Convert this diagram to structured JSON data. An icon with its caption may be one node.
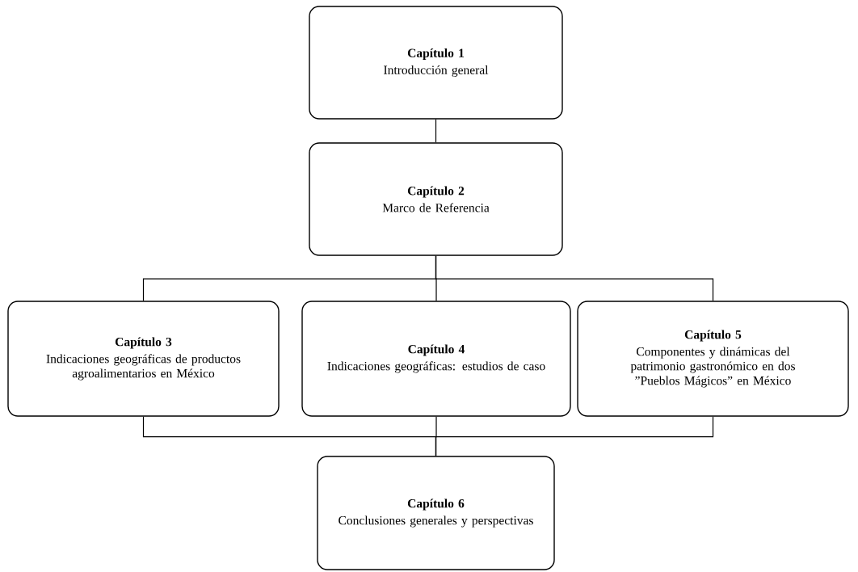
{
  "diagram": {
    "nodes": [
      {
        "text": [
          "Capítulo 1",
          "Introducción general"
        ]
      },
      {
        "text": [
          "Capítulo 2",
          "Marco de Referencia"
        ]
      },
      {
        "text": [
          "Capítulo 3",
          "Indicaciones geográficas de productos agroalimentarios en México"
        ]
      },
      {
        "text": [
          "Capítulo 4",
          "Indicaciones geográficas: estudios de caso"
        ]
      },
      {
        "text": [
          "Capítulo 5",
          "Componentes y dinámicas del patrimonio gastronómico en dos ”Pueblos Mágicos” en México"
        ]
      },
      {
        "text": [
          "Capítulo 6",
          "Conclusiones generales y perspectivas"
        ]
      }
    ],
    "edges": [
      {
        "from": 0,
        "to": 1,
        "arrow": "none"
      },
      {
        "from": 1,
        "to": 2,
        "arrow": "none"
      },
      {
        "from": 1,
        "to": 3,
        "arrow": "none"
      },
      {
        "from": 1,
        "to": 4,
        "arrow": "none"
      },
      {
        "from": 2,
        "to": 5,
        "arrow": "none"
      },
      {
        "from": 3,
        "to": 5,
        "arrow": "none"
      },
      {
        "from": 4,
        "to": 5,
        "arrow": "none"
      }
    ]
  }
}
